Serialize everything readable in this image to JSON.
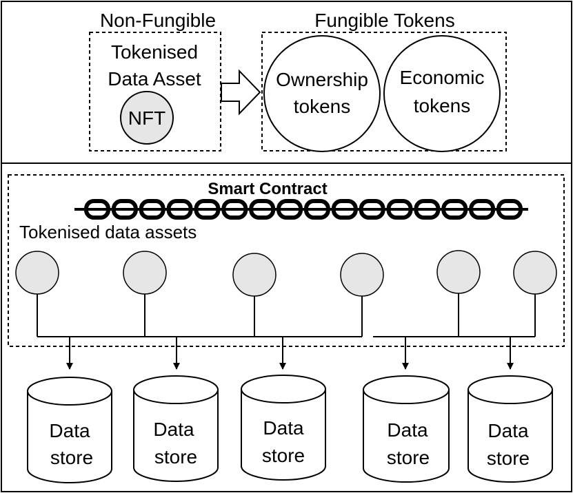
{
  "top": {
    "nonfungible_heading": "Non-Fungible",
    "asset_line1": "Tokenised",
    "asset_line2": "Data Asset",
    "nft_label": "NFT",
    "fungible_heading": "Fungible Tokens",
    "ownership_line1": "Ownership",
    "ownership_line2": "tokens",
    "economic_line1": "Economic",
    "economic_line2": "tokens"
  },
  "bottom": {
    "contract_title": "Smart Contract",
    "assets_label": "Tokenised data assets",
    "asset_count": 6,
    "stores": [
      {
        "line1": "Data",
        "line2": "store"
      },
      {
        "line1": "Data",
        "line2": "store"
      },
      {
        "line1": "Data",
        "line2": "store"
      },
      {
        "line1": "Data",
        "line2": "store"
      },
      {
        "line1": "Data",
        "line2": "store"
      }
    ]
  },
  "colors": {
    "token_fill": "#e6e6e6",
    "stroke": "#000000",
    "background": "#ffffff"
  },
  "icons": {
    "transfer_arrow": "hollow-right-arrow-icon",
    "chain": "chain-icon"
  }
}
